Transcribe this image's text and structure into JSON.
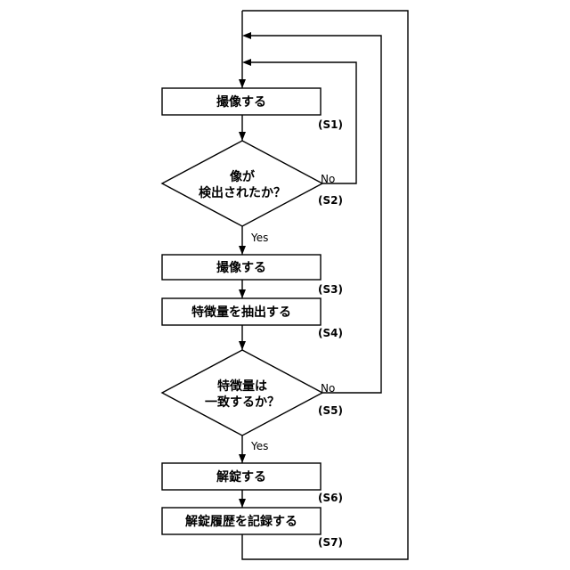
{
  "nodes": {
    "s1": {
      "text": "撮像する",
      "step": "(S1)"
    },
    "s2": {
      "lines": [
        "像が",
        "検出されたか？"
      ],
      "step": "(S2)",
      "no": "No",
      "yes": "Yes"
    },
    "s3": {
      "text": "撮像する",
      "step": "(S3)"
    },
    "s4": {
      "text": "特徴量を抽出する",
      "step": "(S4)"
    },
    "s5": {
      "lines": [
        "特徴量は",
        "一致するか？"
      ],
      "step": "(S5)",
      "no": "No",
      "yes": "Yes"
    },
    "s6": {
      "text": "解錠する",
      "step": "(S6)"
    },
    "s7": {
      "text": "解錠履歴を記録する",
      "step": "(S7)"
    }
  }
}
